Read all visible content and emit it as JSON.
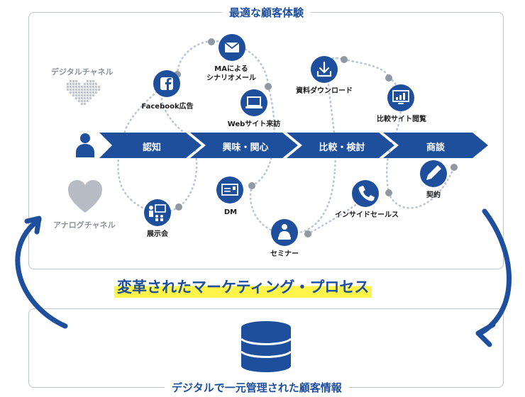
{
  "titles": {
    "top": "最適な顧客体験",
    "bottom": "デジタルで一元管理された顧客情報",
    "headline": "変革されたマーケティング・プロセス"
  },
  "channels": {
    "digital": "デジタルチャネル",
    "analog": "アナログチャネル"
  },
  "stages": [
    "認知",
    "興味・関心",
    "比較・検討",
    "商談"
  ],
  "touchpoints": {
    "facebook": "Facebook広告",
    "ma_line1": "MAによる",
    "ma_line2": "シナリオメール",
    "web": "Webサイト来訪",
    "download": "資料ダウンロード",
    "compare": "比較サイト閲覧",
    "exhibition": "展示会",
    "dm": "DM",
    "seminar": "セミナー",
    "inside_sales": "インサイドセールス",
    "contract": "契約"
  },
  "icons": {
    "facebook": "facebook-icon",
    "ma": "mail-icon",
    "web": "laptop-icon",
    "download": "download-icon",
    "compare": "monitor-chart-icon",
    "exhibition": "presenter-icon",
    "dm": "postcard-icon",
    "seminar": "speaker-icon",
    "inside_sales": "phone-icon",
    "contract": "pen-icon",
    "customer": "person-icon",
    "digital": "pixel-heart-icon",
    "analog": "heart-icon",
    "database": "database-icon"
  },
  "colors": {
    "primary": "#1d4f9c",
    "path": "#b9c5d6",
    "dot": "#8f98a3",
    "highlight": "#fff54a",
    "frame": "#bfc4cc",
    "muted": "#8c929b"
  }
}
